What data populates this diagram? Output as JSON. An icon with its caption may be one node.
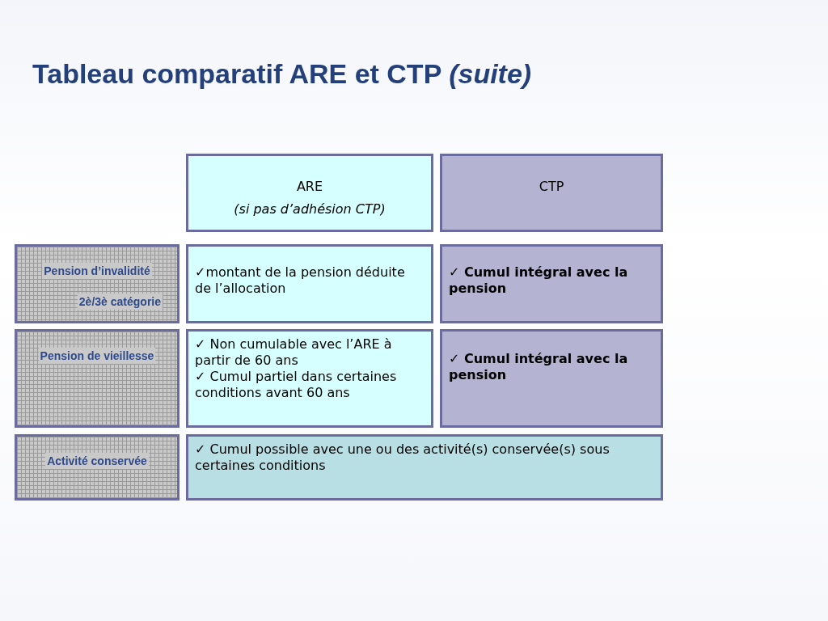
{
  "diagram": {
    "title": "Tableau comparatif ARE et CTP *(suite)*",
    "nodes": [
      {
        "text": [
          "ARE",
          "(si pas d’adhésion CTP)"
        ]
      },
      {
        "text": [
          "CTP"
        ]
      },
      {
        "text": [
          "Pension d’invalidité",
          "2è/3è catégorie"
        ]
      },
      {
        "text": [
          "✓montant de la pension déduite de l’allocation"
        ]
      },
      {
        "text": [
          "✓ Cumul intégral avec la pension"
        ]
      },
      {
        "text": [
          "Pension de vieillesse"
        ]
      },
      {
        "text": [
          "✓ Non cumulable avec l’ARE à partir de 60 ans",
          "✓ Cumul partiel dans certaines conditions avant 60 ans"
        ]
      },
      {
        "text": [
          "✓ Cumul intégral avec la pension"
        ]
      },
      {
        "text": [
          "Activité conservée"
        ]
      },
      {
        "text": [
          "✓ Cumul possible avec une ou des activité(s) conservée(s) sous certaines conditions"
        ]
      }
    ]
  }
}
